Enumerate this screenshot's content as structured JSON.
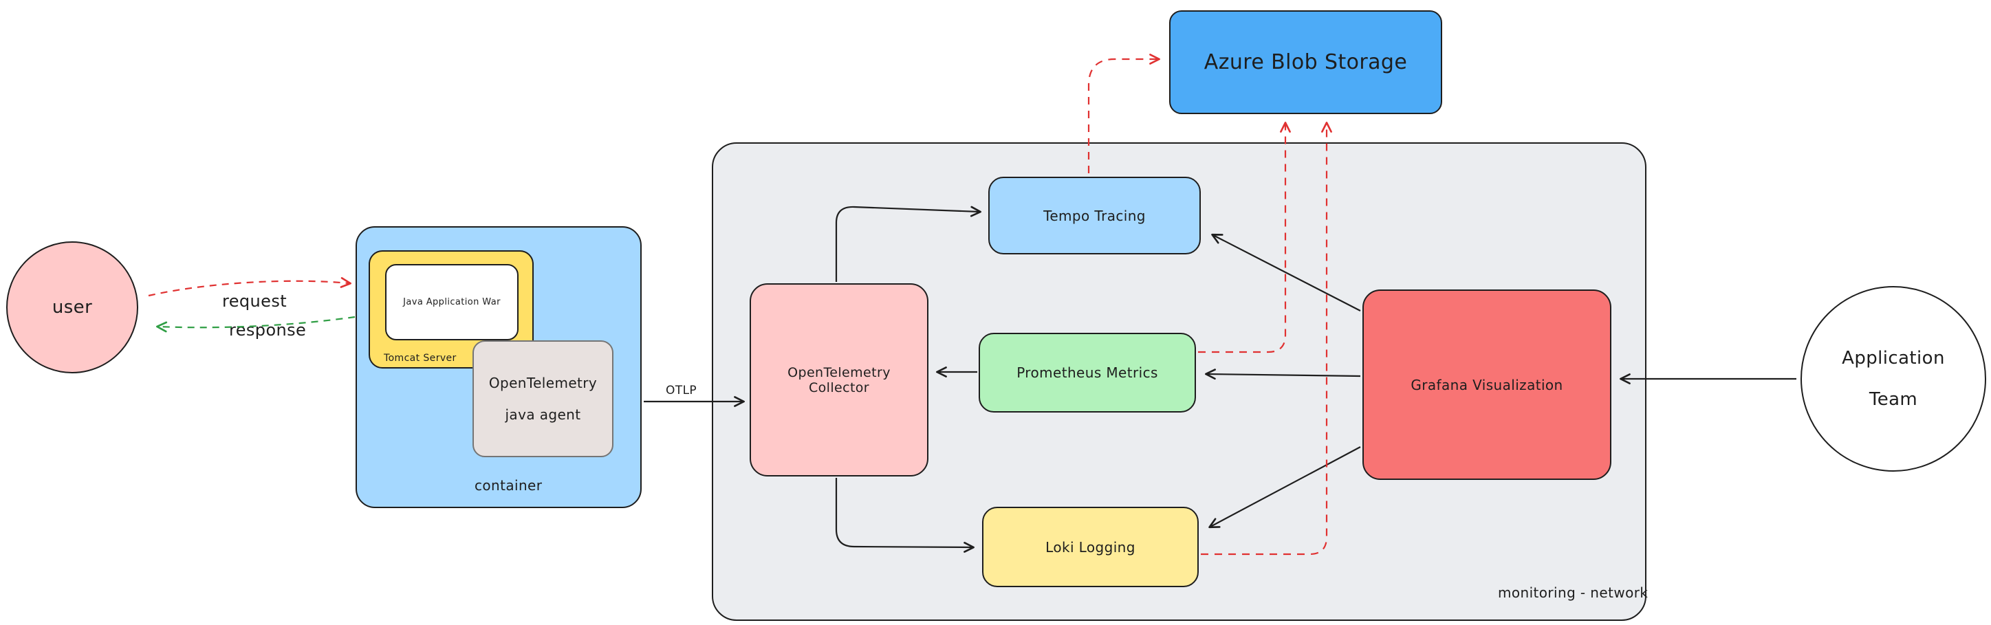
{
  "nodes": {
    "user": {
      "label": "user"
    },
    "container": {
      "label": "container"
    },
    "tomcat_server": {
      "label": "Tomcat Server"
    },
    "java_war": {
      "label": "Java Application War"
    },
    "otel_agent": {
      "line1": "OpenTelemetry",
      "line2": "java agent"
    },
    "monitoring_network": {
      "label": "monitoring - network"
    },
    "otel_collector": {
      "label": "OpenTelemetry Collector"
    },
    "tempo": {
      "label": "Tempo Tracing"
    },
    "prometheus": {
      "label": "Prometheus Metrics"
    },
    "loki": {
      "label": "Loki Logging"
    },
    "grafana": {
      "label": "Grafana Visualization"
    },
    "azure_blob": {
      "label": "Azure Blob Storage"
    },
    "application_team": {
      "line1": "Application",
      "line2": "Team"
    }
  },
  "edge_labels": {
    "request": "request",
    "response": "response",
    "otlp": "OTLP"
  },
  "edges": [
    {
      "from": "user",
      "to": "container",
      "label": "request",
      "style": "dashed-red"
    },
    {
      "from": "container",
      "to": "user",
      "label": "response",
      "style": "dashed-green"
    },
    {
      "from": "container",
      "to": "otel_collector",
      "label": "OTLP",
      "style": "solid-black"
    },
    {
      "from": "otel_collector",
      "to": "tempo",
      "style": "solid-black"
    },
    {
      "from": "otel_collector",
      "to": "loki",
      "style": "solid-black"
    },
    {
      "from": "prometheus",
      "to": "otel_collector",
      "style": "solid-black"
    },
    {
      "from": "grafana",
      "to": "tempo",
      "style": "solid-black"
    },
    {
      "from": "grafana",
      "to": "prometheus",
      "style": "solid-black"
    },
    {
      "from": "grafana",
      "to": "loki",
      "style": "solid-black"
    },
    {
      "from": "application_team",
      "to": "grafana",
      "style": "solid-black"
    },
    {
      "from": "tempo",
      "to": "azure_blob",
      "style": "dashed-red"
    },
    {
      "from": "prometheus",
      "to": "azure_blob",
      "style": "dashed-red"
    },
    {
      "from": "loki",
      "to": "azure_blob",
      "style": "dashed-red"
    }
  ],
  "colors": {
    "line_black": "#1e1e1e",
    "arrow_red": "#e03131",
    "arrow_green": "#2f9e44",
    "user_fill": "#ffc9c9",
    "container_fill": "#a5d8ff",
    "tomcat_fill": "#ffe066",
    "war_fill": "#ffffff",
    "agent_fill": "#e8e1df",
    "monitoring_fill": "#ebedf0",
    "collector_fill": "#ffc9c9",
    "tempo_fill": "#a5d8ff",
    "prometheus_fill": "#b2f2bb",
    "loki_fill": "#ffec99",
    "grafana_fill": "#f87474",
    "azure_fill": "#4dabf7",
    "team_fill": "#ffffff"
  }
}
